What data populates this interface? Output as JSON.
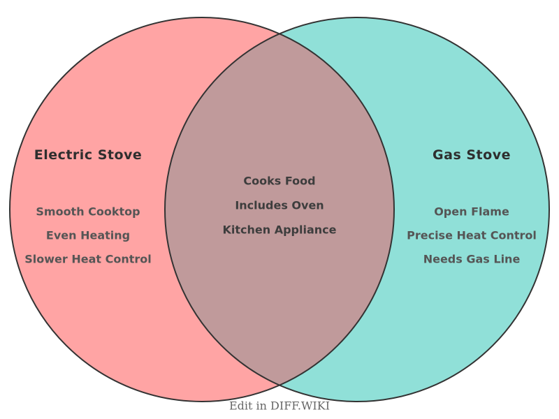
{
  "venn": {
    "left": {
      "title": "Electric Stove",
      "items": [
        "Smooth Cooktop",
        "Even Heating",
        "Slower Heat Control"
      ],
      "color": "#ffa4a4"
    },
    "right": {
      "title": "Gas Stove",
      "items": [
        "Open Flame",
        "Precise Heat Control",
        "Needs Gas Line"
      ],
      "color": "#90e0d8"
    },
    "overlap": {
      "items": [
        "Cooks Food",
        "Includes Oven",
        "Kitchen Appliance"
      ],
      "color": "#c09a9b"
    },
    "stroke_color": "#333333"
  },
  "footer": {
    "label": "Edit in DIFF.WIKI"
  }
}
